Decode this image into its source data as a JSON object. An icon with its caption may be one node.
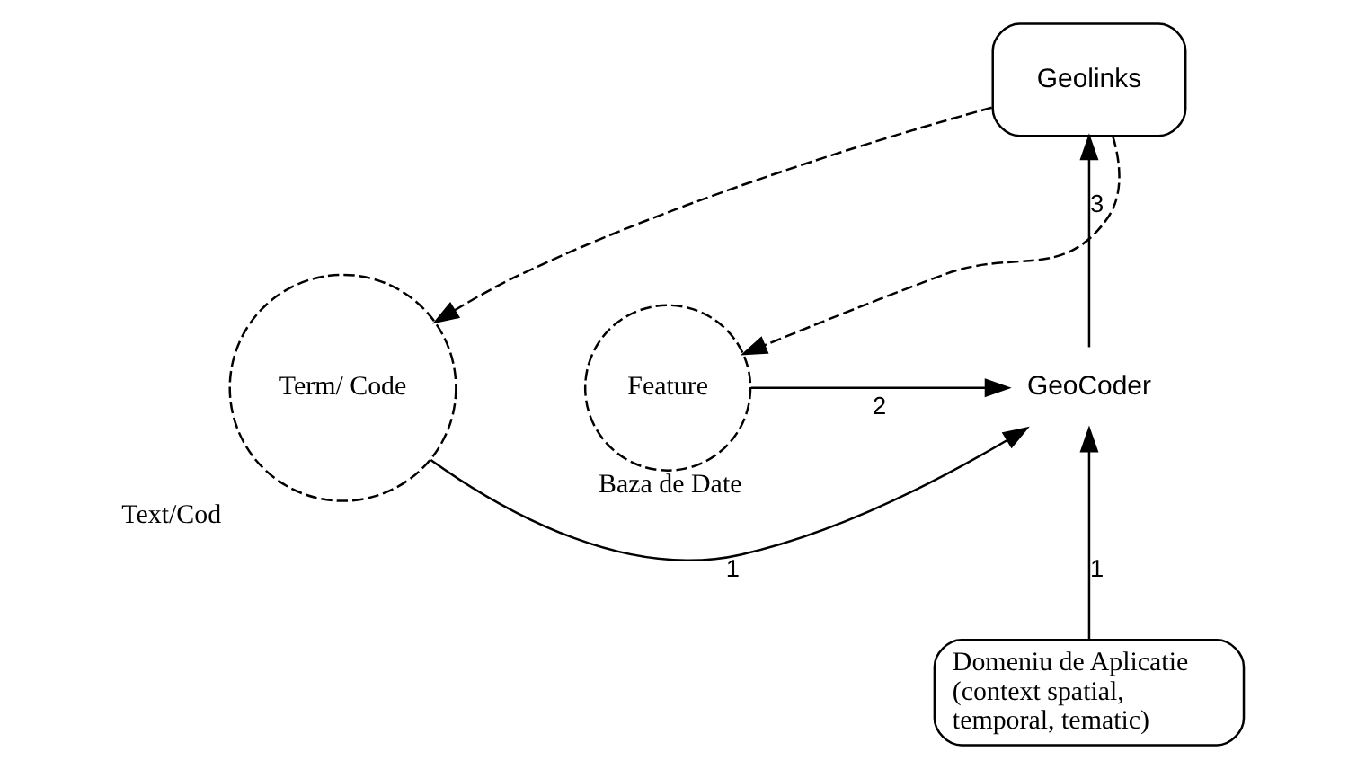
{
  "diagram": {
    "nodes": [
      {
        "text": [
          "Geolinks"
        ]
      },
      {
        "text": [
          "Term/ Code"
        ],
        "beside": [
          "Text/Cod"
        ]
      },
      {
        "text": [
          "GeoCoder"
        ]
      },
      {
        "text": [
          "Feature"
        ],
        "beside": [
          "Baza de Date"
        ]
      },
      {
        "text": [
          "Domeniu de Aplicatie (context spatial, temporal, tematic)"
        ]
      }
    ],
    "edges": [
      {
        "from": 1,
        "to": 2,
        "arrow": "to",
        "label": "1"
      },
      {
        "from": 3,
        "to": 2,
        "arrow": "to",
        "label": "2"
      },
      {
        "from": 4,
        "to": 2,
        "arrow": "to",
        "label": "1"
      },
      {
        "from": 2,
        "to": 0,
        "arrow": "to",
        "label": "3"
      },
      {
        "from": 0,
        "to": 1,
        "arrow": "to",
        "style": "dashed"
      },
      {
        "from": 0,
        "to": 3,
        "arrow": "to",
        "style": "dashed"
      }
    ]
  }
}
